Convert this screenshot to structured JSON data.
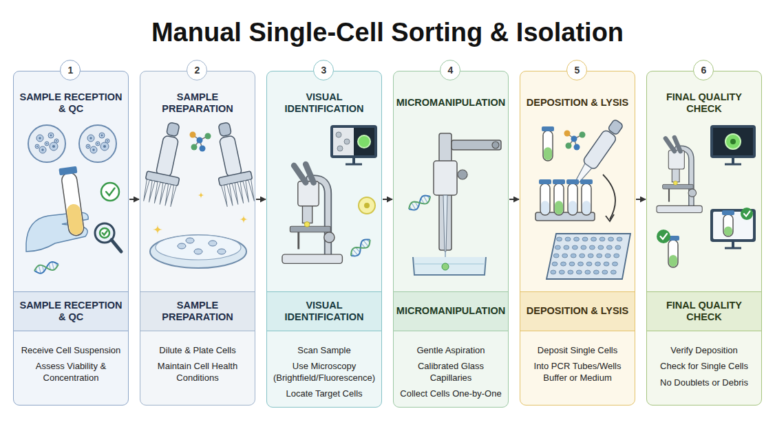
{
  "diagram": {
    "title": "Manual Single-Cell Sorting & Isolation",
    "nodes": [
      {
        "text": [
          "SAMPLE RECEPTION & QC",
          "Receive Cell Suspension",
          "Assess Viability & Concentration"
        ]
      },
      {
        "text": [
          "1"
        ],
        "in": 0
      },
      {
        "text": [
          "SAMPLE RECEPTION & QC"
        ],
        "in": 0
      },
      {
        "text": [
          "SAMPLE PREPARATION",
          "Dilute & Plate Cells",
          "Maintain Cell Health Conditions"
        ]
      },
      {
        "text": [
          "2"
        ],
        "in": 3
      },
      {
        "text": [
          "SAMPLE PREPARATION"
        ],
        "in": 3
      },
      {
        "text": [
          "VISUAL IDENTIFICATION",
          "Scan Sample",
          "Use Microscopy (Brightfield/Fluorescence)",
          "Locate Target Cells"
        ]
      },
      {
        "text": [
          "3"
        ],
        "in": 6
      },
      {
        "text": [
          "VISUAL IDENTIFICATION"
        ],
        "in": 6
      },
      {
        "text": [
          "MICROMANIPULATION",
          "Gentle Aspiration",
          "Calibrated Glass Capillaries",
          "Collect Cells One-by-One"
        ]
      },
      {
        "text": [
          "4"
        ],
        "in": 9
      },
      {
        "text": [
          "MICROMANIPULATION"
        ],
        "in": 9
      },
      {
        "text": [
          "DEPOSITION & LYSIS",
          "Deposit Single Cells",
          "Into PCR Tubes/Wells Buffer or Medium"
        ]
      },
      {
        "text": [
          "5"
        ],
        "in": 12
      },
      {
        "text": [
          "DEPOSITION & LYSIS"
        ],
        "in": 12
      },
      {
        "text": [
          "FINAL QUALITY CHECK",
          "Verify Deposition",
          "Check for Single Cells",
          "No Doublets or Debris"
        ]
      },
      {
        "text": [
          "6"
        ],
        "in": 15
      },
      {
        "text": [
          "FINAL QUALITY CHECK"
        ],
        "in": 15
      }
    ],
    "edges": [
      {
        "from": 0,
        "to": 3,
        "arrow": "to"
      },
      {
        "from": 3,
        "to": 6,
        "arrow": "to"
      },
      {
        "from": 6,
        "to": 9,
        "arrow": "to"
      },
      {
        "from": 9,
        "to": 12,
        "arrow": "to"
      },
      {
        "from": 12,
        "to": 15,
        "arrow": "to"
      }
    ]
  }
}
